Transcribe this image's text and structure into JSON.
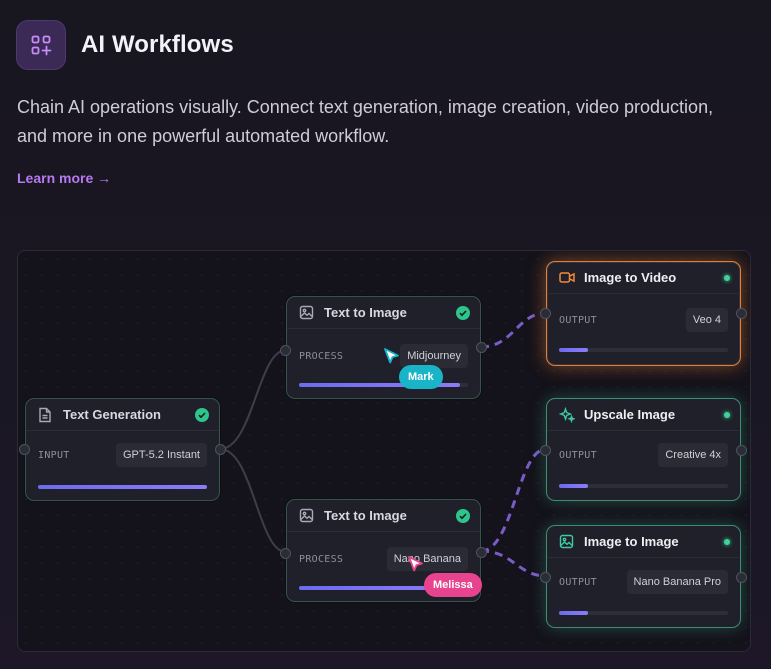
{
  "header": {
    "title": "AI Workflows",
    "description": "Chain AI operations visually. Connect text generation, image creation, video production, and more in one powerful automated workflow.",
    "learn_more": "Learn more →"
  },
  "colors": {
    "accent": "#b679f0",
    "success": "#2ec48b",
    "cursor_mark": "#1ab4c9",
    "cursor_melissa": "#e8438f",
    "edge": "#7a5cc8",
    "video_glow": "#d9823f"
  },
  "nodes": {
    "text_generation": {
      "title": "Text Generation",
      "kind": "INPUT",
      "model": "GPT-5.2 Instant",
      "progress": 1.0,
      "status": "done"
    },
    "text_to_image_1": {
      "title": "Text to Image",
      "kind": "PROCESS",
      "model": "Midjourney",
      "progress": 0.95,
      "status": "done"
    },
    "text_to_image_2": {
      "title": "Text to Image",
      "kind": "PROCESS",
      "model": "Nano Banana",
      "progress": 0.95,
      "status": "done"
    },
    "image_to_video": {
      "title": "Image to Video",
      "kind": "OUTPUT",
      "model": "Veo 4",
      "progress": 0.17,
      "status": "active"
    },
    "upscale_image": {
      "title": "Upscale Image",
      "kind": "OUTPUT",
      "model": "Creative 4x",
      "progress": 0.17,
      "status": "active"
    },
    "image_to_image": {
      "title": "Image to Image",
      "kind": "OUTPUT",
      "model": "Nano Banana Pro",
      "progress": 0.17,
      "status": "active"
    }
  },
  "cursors": {
    "mark": {
      "name": "Mark"
    },
    "melissa": {
      "name": "Melissa"
    }
  }
}
